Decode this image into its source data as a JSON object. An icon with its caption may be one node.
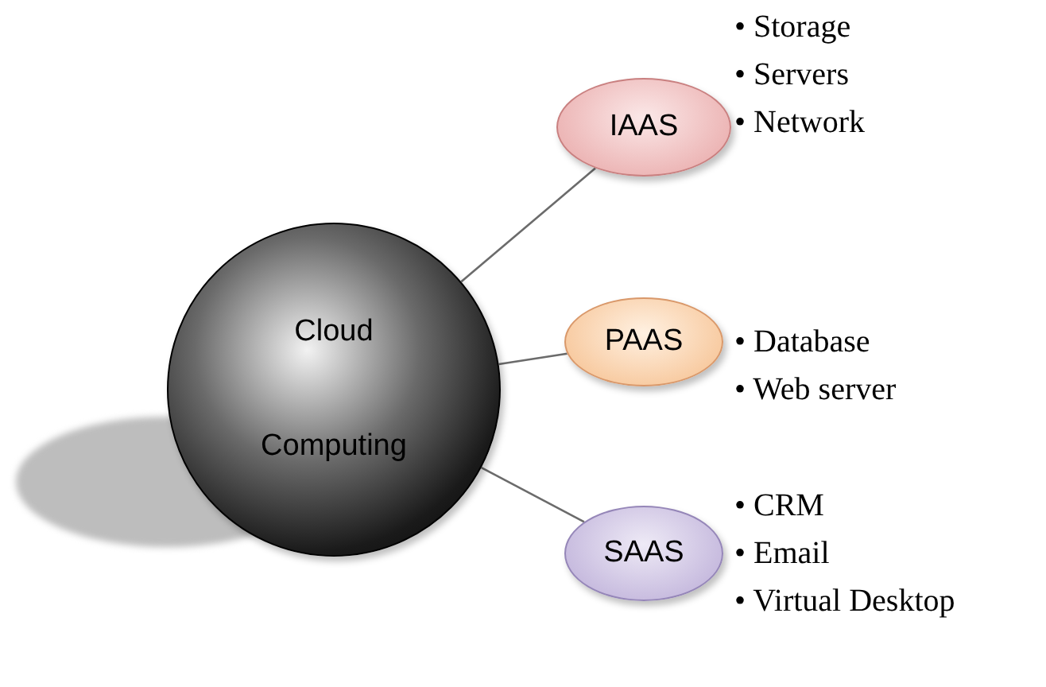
{
  "diagram": {
    "nodes": [
      {
        "text": [
          "Cloud Computing"
        ]
      },
      {
        "text": [
          "IAAS"
        ],
        "beside": [
          "• Storage",
          "• Servers",
          "• Network"
        ]
      },
      {
        "text": [
          "PAAS"
        ],
        "beside": [
          "• Database",
          "• Web server"
        ]
      },
      {
        "text": [
          "SAAS"
        ],
        "beside": [
          "• CRM",
          "• Email",
          "• Virtual Desktop"
        ]
      }
    ],
    "edges": [
      {
        "from": 0,
        "to": 1,
        "arrow": "none"
      },
      {
        "from": 0,
        "to": 2,
        "arrow": "none"
      },
      {
        "from": 0,
        "to": 3,
        "arrow": "none"
      }
    ]
  }
}
